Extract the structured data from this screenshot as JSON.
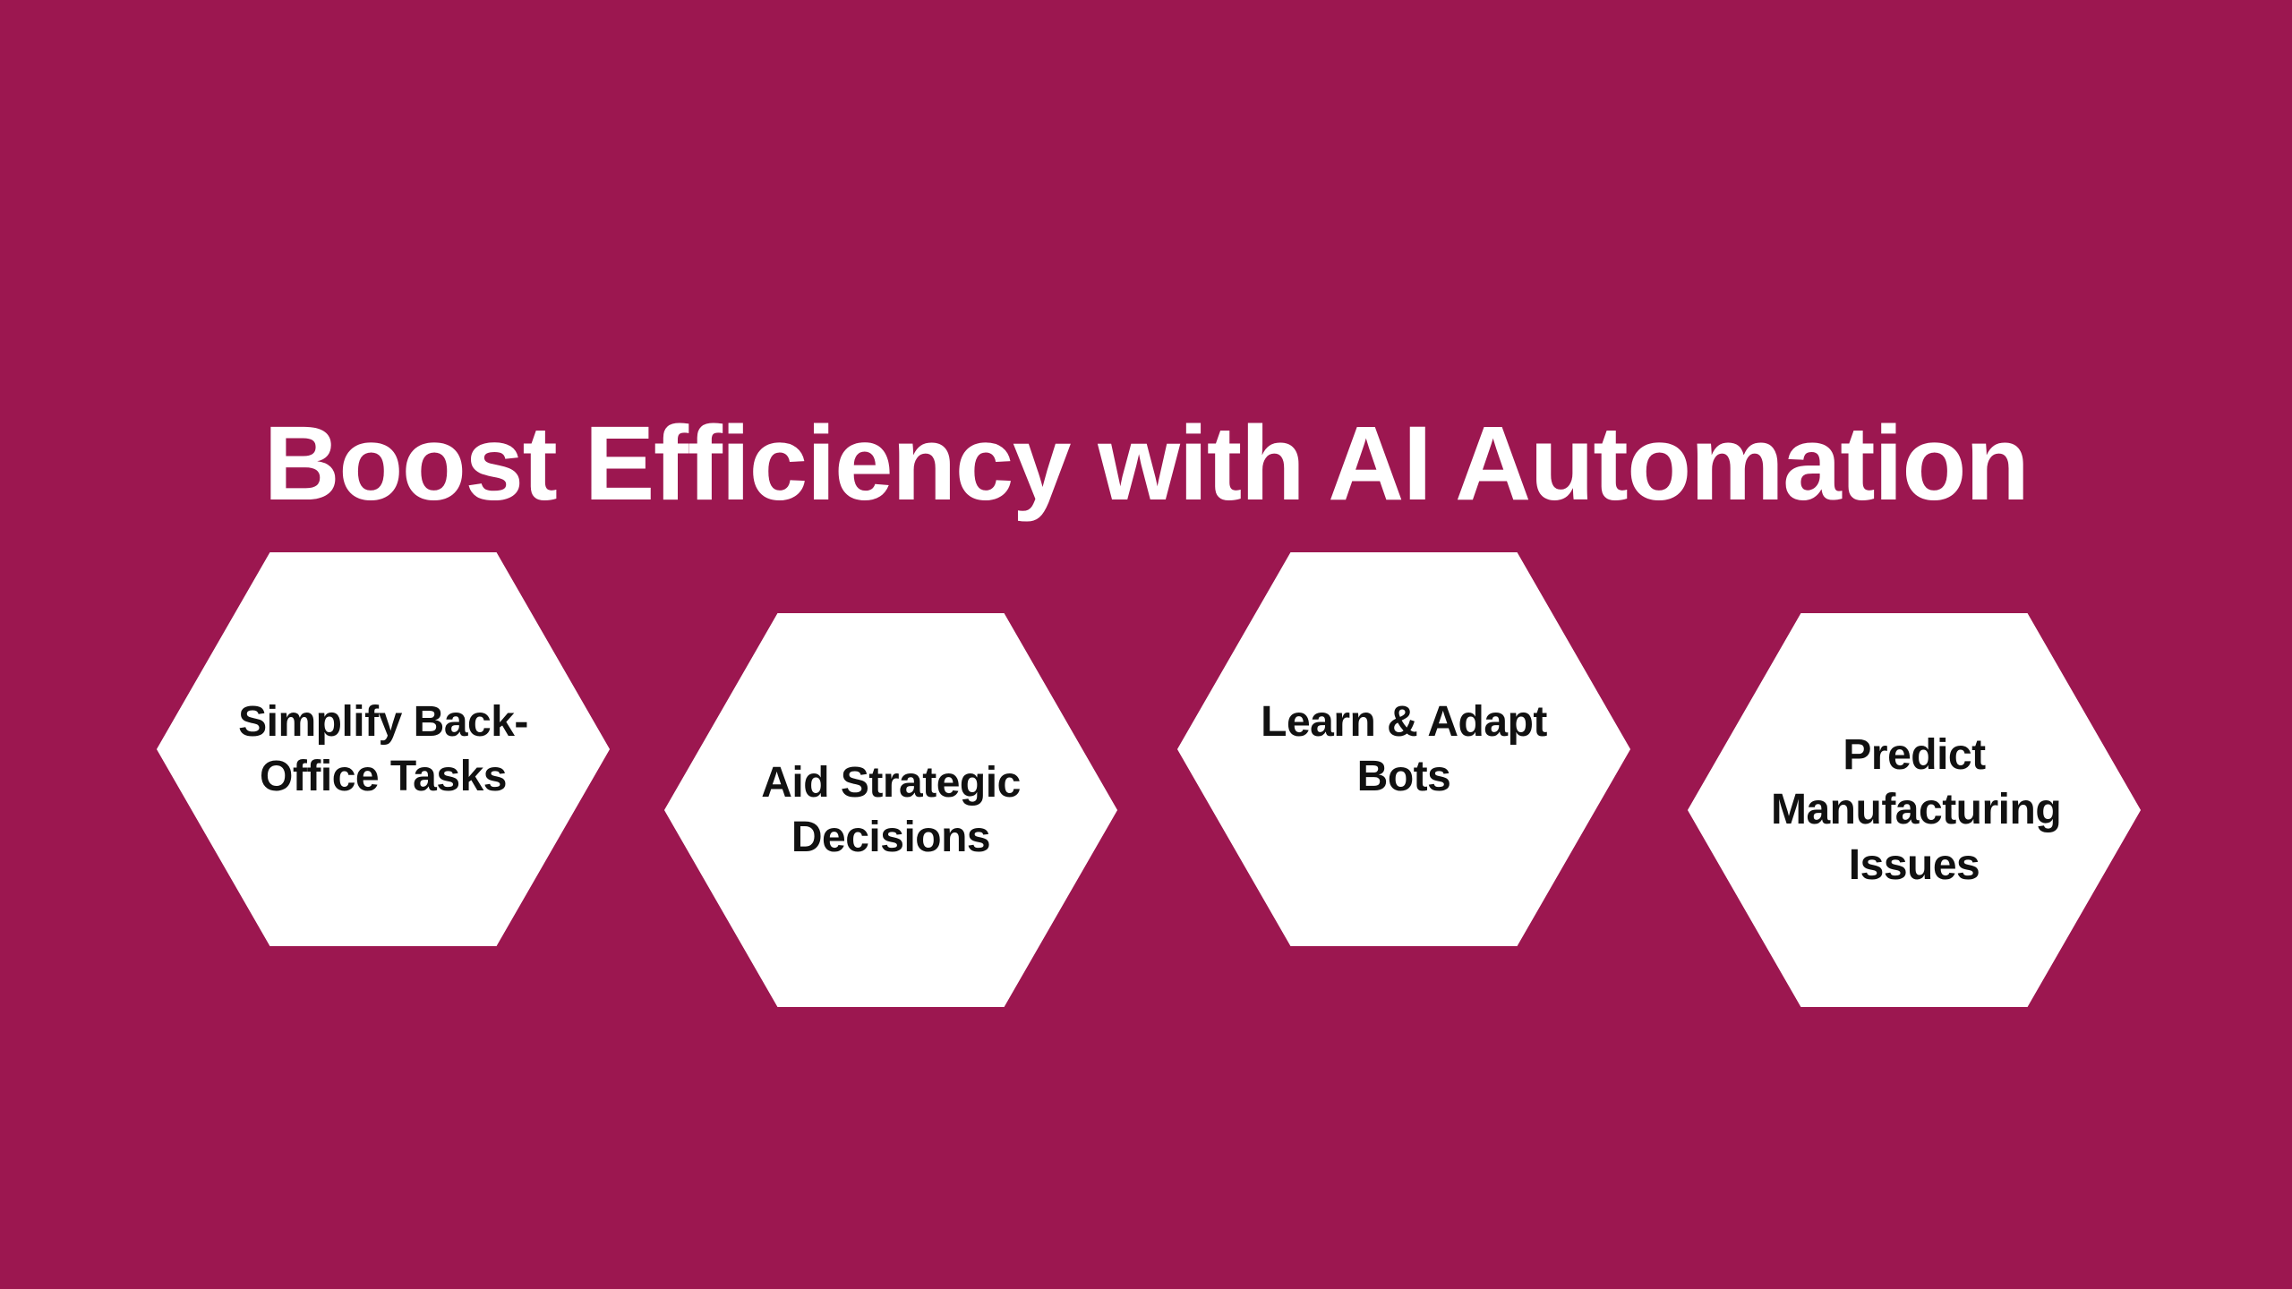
{
  "slide": {
    "background_color": "#9c1750",
    "title": "Boost Efficiency with AI Automation",
    "title_color": "#ffffff"
  },
  "hexagons": {
    "shape_color": "#ffffff",
    "label_color": "#111111",
    "items": [
      {
        "label": "Simplify Back-Office Tasks"
      },
      {
        "label": "Aid Strategic Decisions"
      },
      {
        "label": "Learn & Adapt Bots"
      },
      {
        "label": "Predict Manufacturing Issues"
      }
    ]
  }
}
